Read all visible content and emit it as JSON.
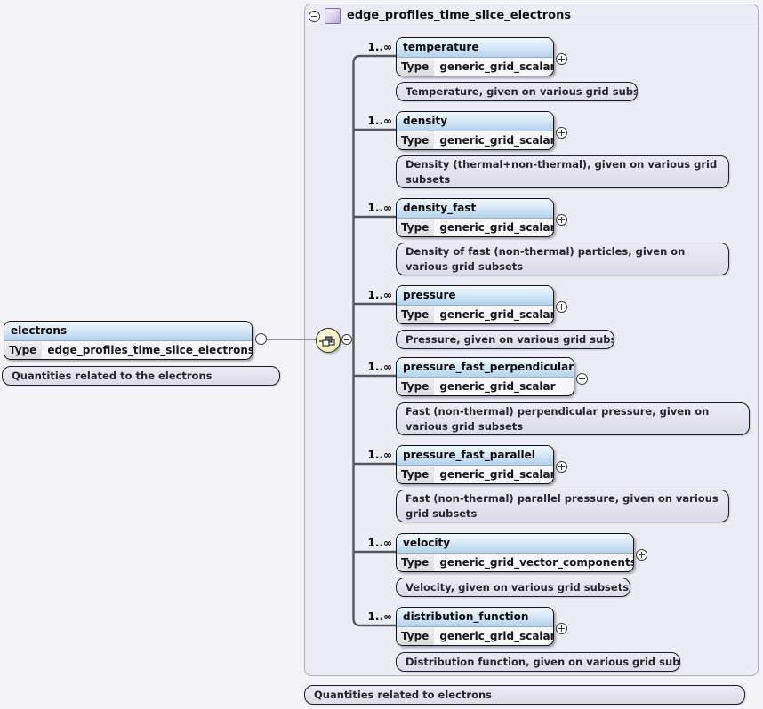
{
  "diagram": {
    "type_label": "Type",
    "root": {
      "name": "electrons",
      "type": "edge_profiles_time_slice_electrons",
      "annotation": "Quantities related to the electrons"
    },
    "container": {
      "title": "edge_profiles_time_slice_electrons",
      "footer_annotation": "Quantities related to electrons"
    },
    "children": [
      {
        "occurrence": "1..∞",
        "name": "temperature",
        "type": "generic_grid_scalar",
        "annotation": "Temperature, given on various grid subsets"
      },
      {
        "occurrence": "1..∞",
        "name": "density",
        "type": "generic_grid_scalar",
        "annotation": "Density (thermal+non-thermal), given on various grid subsets"
      },
      {
        "occurrence": "1..∞",
        "name": "density_fast",
        "type": "generic_grid_scalar",
        "annotation": "Density of fast (non-thermal) particles, given on various grid subsets"
      },
      {
        "occurrence": "1..∞",
        "name": "pressure",
        "type": "generic_grid_scalar",
        "annotation": "Pressure, given on various grid subsets"
      },
      {
        "occurrence": "1..∞",
        "name": "pressure_fast_perpendicular",
        "type": "generic_grid_scalar",
        "annotation": "Fast (non-thermal) perpendicular pressure, given on various grid subsets"
      },
      {
        "occurrence": "1..∞",
        "name": "pressure_fast_parallel",
        "type": "generic_grid_scalar",
        "annotation": "Fast (non-thermal) parallel pressure, given on various grid subsets"
      },
      {
        "occurrence": "1..∞",
        "name": "velocity",
        "type": "generic_grid_vector_components",
        "annotation": "Velocity, given on various grid subsets"
      },
      {
        "occurrence": "1..∞",
        "name": "distribution_function",
        "type": "generic_grid_scalar",
        "annotation": "Distribution function, given on various grid subsets"
      }
    ],
    "colors": {
      "element_header_blue": "#b5d2ec",
      "annotation_lavender": "#e4e1ee",
      "compositor_yellow": "#f1f1bd",
      "container_background": "#ececf4",
      "page_background": "#f4f3f8"
    }
  }
}
